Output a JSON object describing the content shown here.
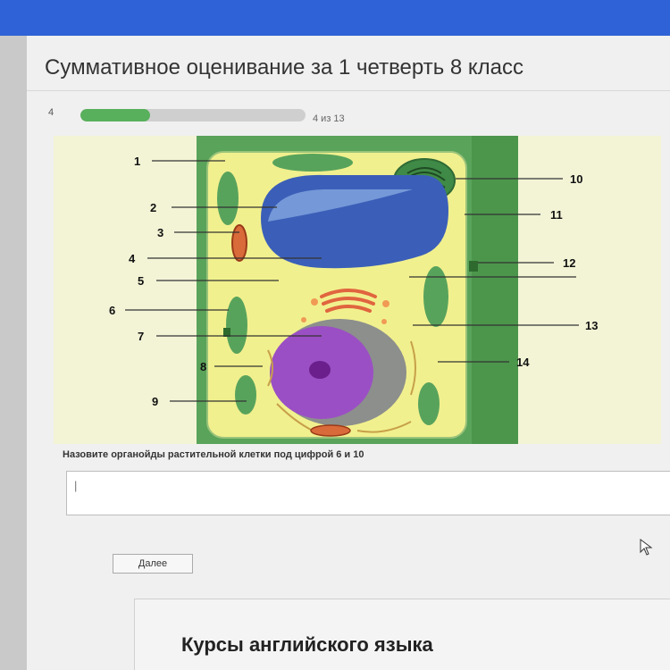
{
  "header": {
    "title": "Суммативное оценивание за 1 четверть 8 класс"
  },
  "progress": {
    "question_number": "4",
    "current": 4,
    "total": 13,
    "text": "4 из 13",
    "fill_color": "#58b05c"
  },
  "figure": {
    "labels_left": [
      "1",
      "2",
      "3",
      "4",
      "5",
      "6",
      "7",
      "8",
      "9"
    ],
    "labels_right": [
      "10",
      "11",
      "12",
      "13",
      "14"
    ]
  },
  "question": {
    "text": "Назовите органойды растительной клетки под цифрой 6 и 10",
    "answer_value": "",
    "answer_placeholder": "|"
  },
  "buttons": {
    "next_label": "Далее"
  },
  "card": {
    "title": "Курсы английского языка"
  },
  "colors": {
    "topbar": "#2f62d6",
    "cell_wall": "#5aa35a",
    "cytoplasm": "#f1f08e",
    "vacuole": "#3b5fb8",
    "nucleus": "#9b4fc4"
  }
}
